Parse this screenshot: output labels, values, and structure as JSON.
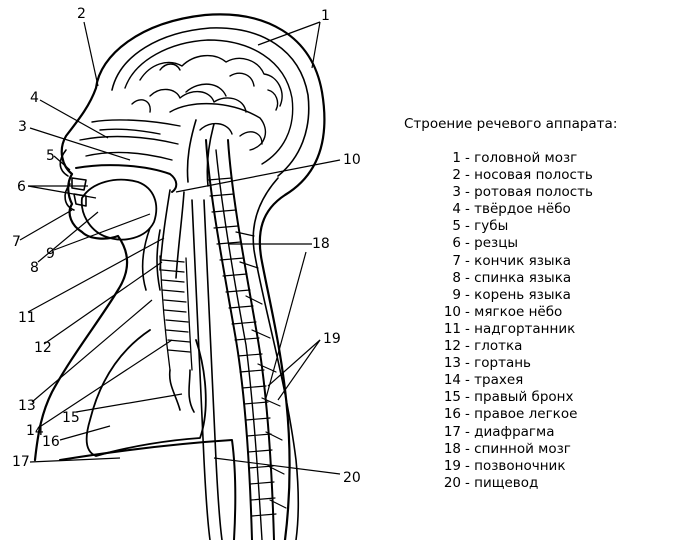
{
  "legend": {
    "title": "Строение речевого аппарата:",
    "items": [
      {
        "num": "1",
        "label": "головной мозг"
      },
      {
        "num": "2",
        "label": "носовая полость"
      },
      {
        "num": "3",
        "label": "ротовая полость"
      },
      {
        "num": "4",
        "label": "твёрдое нёбо"
      },
      {
        "num": "5",
        "label": "губы"
      },
      {
        "num": "6",
        "label": "резцы"
      },
      {
        "num": "7",
        "label": "кончик языка"
      },
      {
        "num": "8",
        "label": "спинка языка"
      },
      {
        "num": "9",
        "label": "корень языка"
      },
      {
        "num": "10",
        "label": "мягкое нёбо"
      },
      {
        "num": "11",
        "label": "надгортанник"
      },
      {
        "num": "12",
        "label": "глотка"
      },
      {
        "num": "13",
        "label": "гортань"
      },
      {
        "num": "14",
        "label": "трахея"
      },
      {
        "num": "15",
        "label": "правый бронх"
      },
      {
        "num": "16",
        "label": "правое легкое"
      },
      {
        "num": "17",
        "label": "диафрагма"
      },
      {
        "num": "18",
        "label": "спинной мозг"
      },
      {
        "num": "19",
        "label": "позвоночник"
      },
      {
        "num": "20",
        "label": "пищевод"
      }
    ]
  },
  "diagram": {
    "callouts": [
      "1",
      "2",
      "3",
      "4",
      "5",
      "6",
      "7",
      "8",
      "9",
      "10",
      "11",
      "12",
      "13",
      "14",
      "15",
      "16",
      "17",
      "18",
      "19",
      "20"
    ]
  }
}
